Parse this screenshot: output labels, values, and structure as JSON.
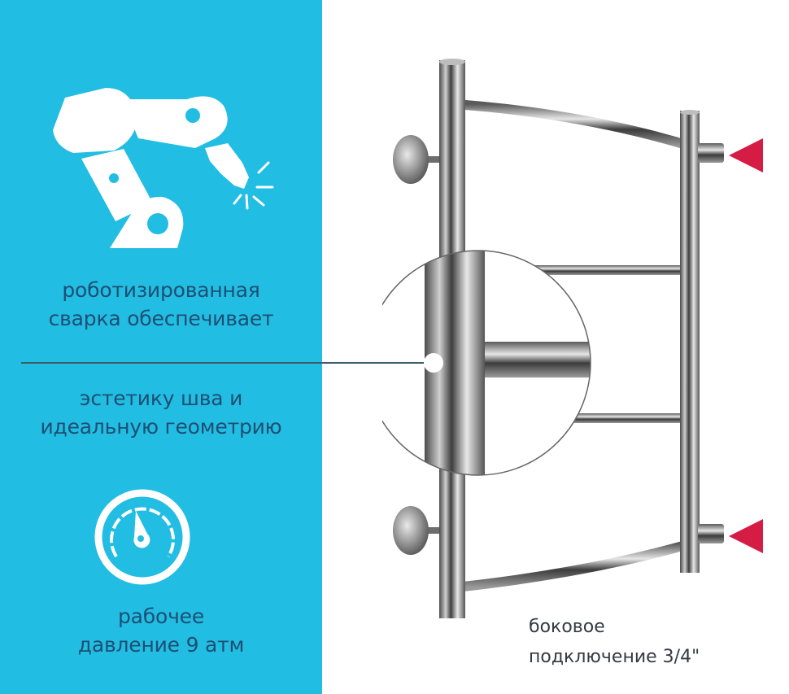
{
  "left_panel": {
    "background": "#22bde3",
    "text_color": "#1d4f72",
    "icons": [
      "robot-arm-welding-icon",
      "pressure-gauge-icon"
    ],
    "feature_welding": {
      "line1": "роботизированная",
      "line2": "сварка обеспечивает",
      "line3": "эстетику шва и",
      "line4": "идеальную геометрию"
    },
    "feature_pressure": {
      "line1": "рабочее",
      "line2": "давление 9 атм"
    }
  },
  "product": {
    "name": "towel-warmer-ladder",
    "rungs": 4,
    "connection_marker_color": "#d51c45",
    "connection_label": {
      "line1": "боковое",
      "line2": "подключение 3/4\""
    }
  }
}
